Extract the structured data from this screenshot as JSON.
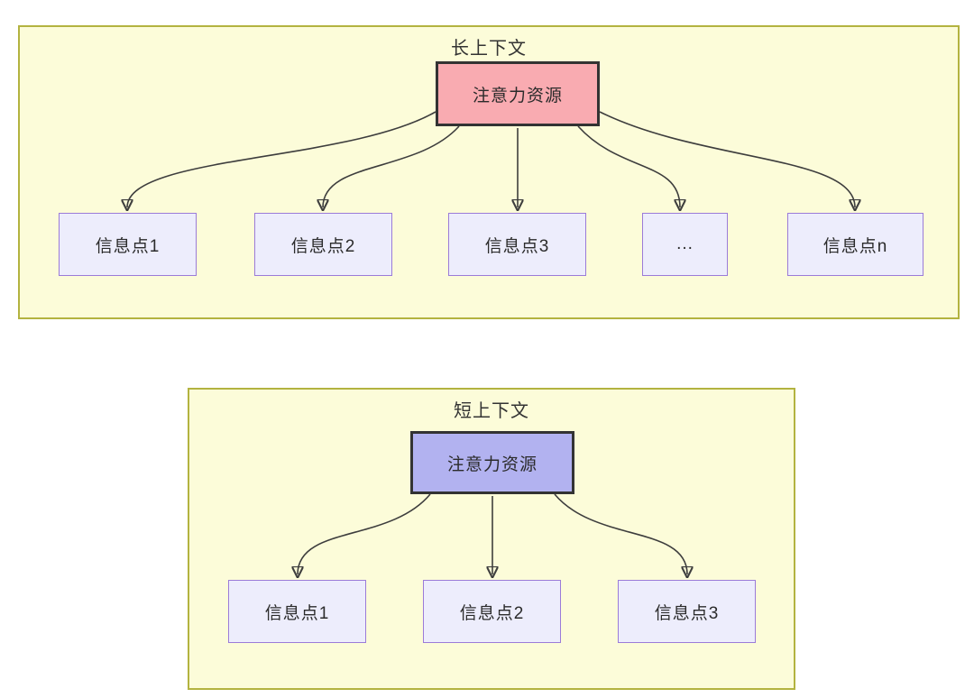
{
  "diagram": {
    "panels": [
      {
        "title": "长上下文",
        "source": {
          "label": "注意力资源",
          "fill": "#F9ABB1"
        },
        "targets": [
          {
            "label": "信息点1"
          },
          {
            "label": "信息点2"
          },
          {
            "label": "信息点3"
          },
          {
            "label": "..."
          },
          {
            "label": "信息点n"
          }
        ]
      },
      {
        "title": "短上下文",
        "source": {
          "label": "注意力资源",
          "fill": "#B2B2F0"
        },
        "targets": [
          {
            "label": "信息点1"
          },
          {
            "label": "信息点2"
          },
          {
            "label": "信息点3"
          }
        ]
      }
    ],
    "colors": {
      "panel_fill": "#FCFCD9",
      "panel_border": "#B3B340",
      "long_source_fill": "#F9ABB1",
      "short_source_fill": "#B2B2F0",
      "target_fill": "#EDEDFC",
      "target_border": "#9B7BD8",
      "connector": "#3D3D3D"
    }
  }
}
